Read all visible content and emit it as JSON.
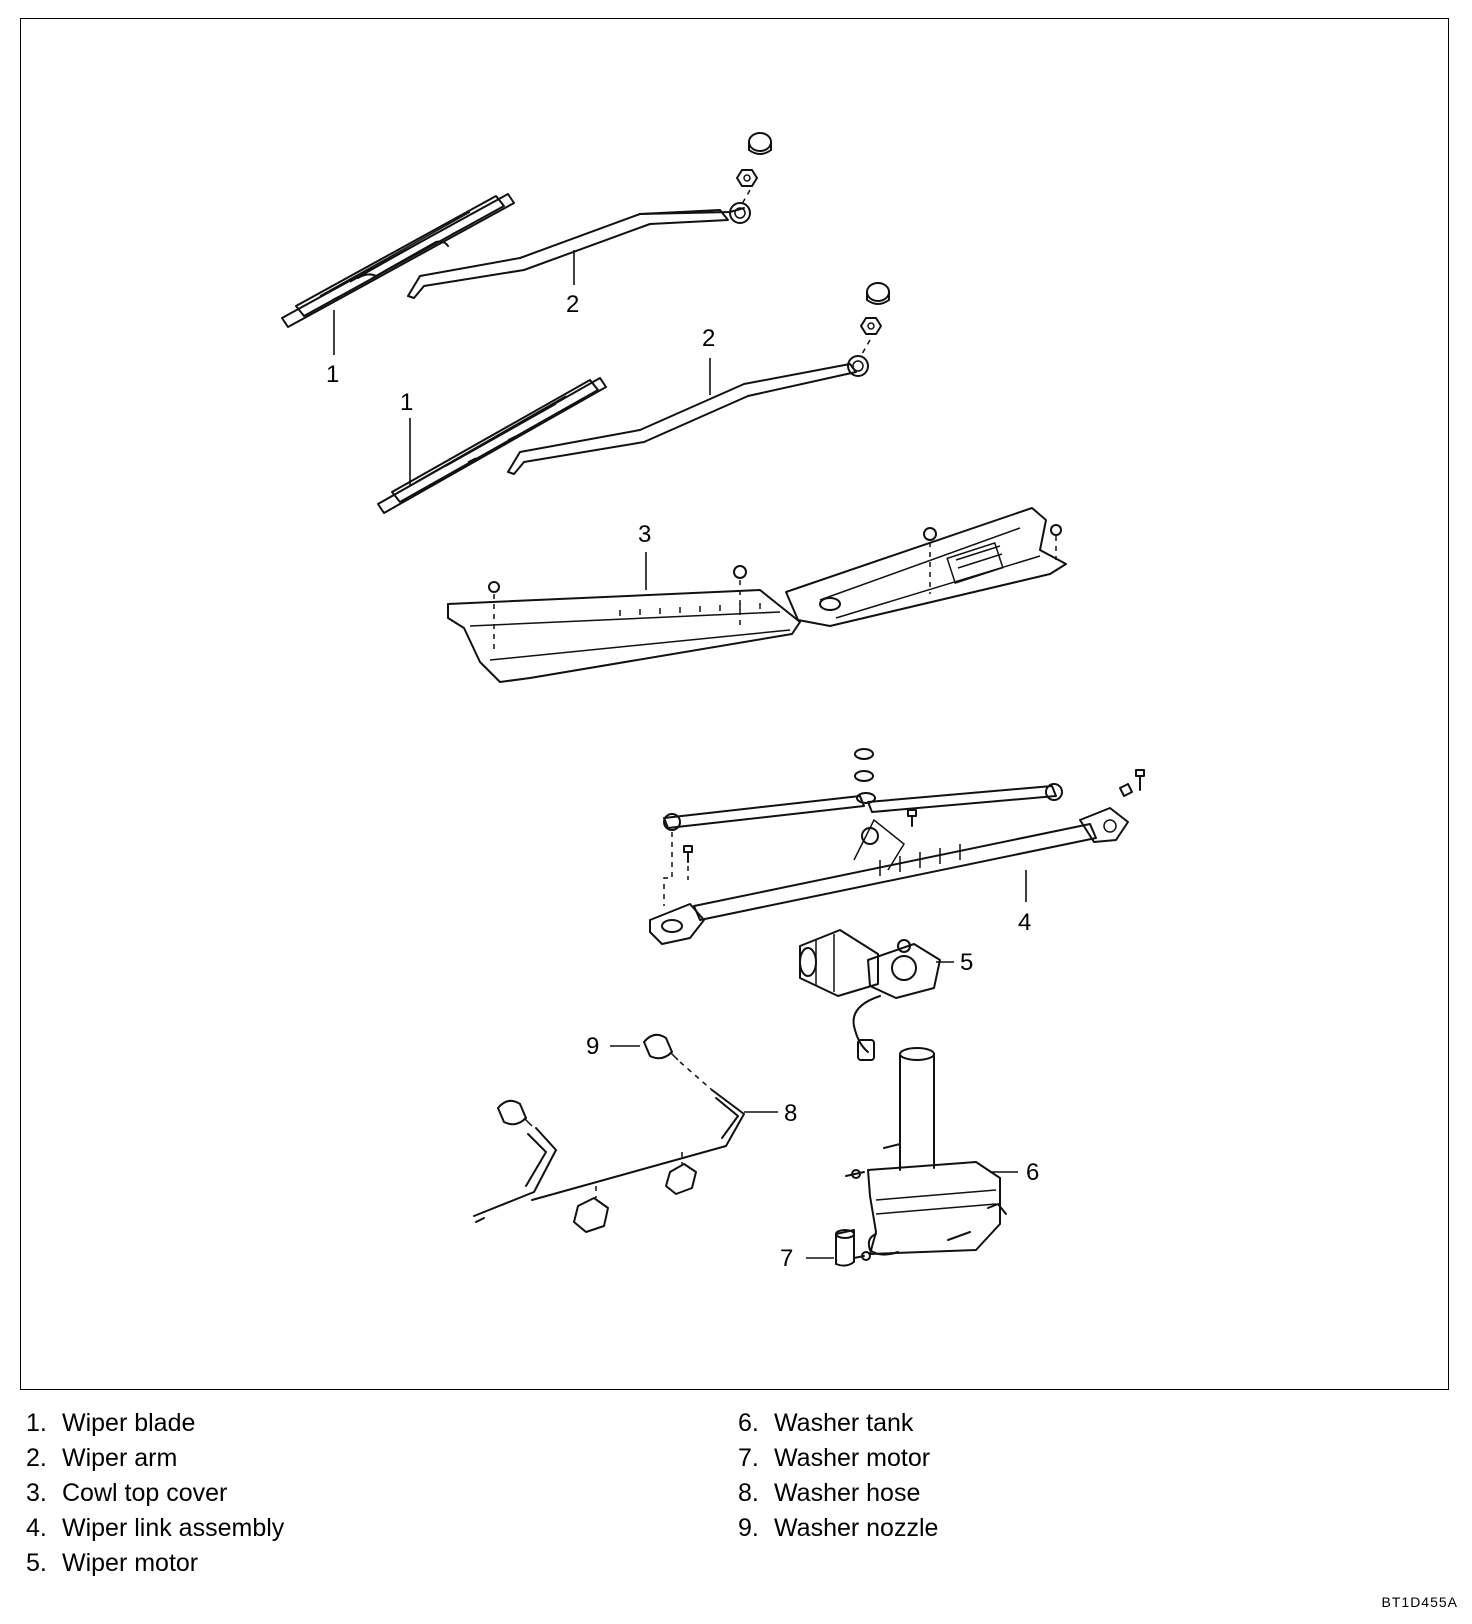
{
  "callouts": {
    "blade_upper": "1",
    "arm_upper": "2",
    "arm_lower": "2",
    "blade_lower": "1",
    "cowl": "3",
    "link": "4",
    "motor": "5",
    "tank": "6",
    "washer_motor": "7",
    "hose": "8",
    "nozzle": "9"
  },
  "legend": {
    "left": [
      {
        "num": "1.",
        "label": "Wiper blade"
      },
      {
        "num": "2.",
        "label": "Wiper arm"
      },
      {
        "num": "3.",
        "label": "Cowl top cover"
      },
      {
        "num": "4.",
        "label": "Wiper link assembly"
      },
      {
        "num": "5.",
        "label": "Wiper motor"
      }
    ],
    "right": [
      {
        "num": "6.",
        "label": "Washer tank"
      },
      {
        "num": "7.",
        "label": "Washer motor"
      },
      {
        "num": "8.",
        "label": "Washer hose"
      },
      {
        "num": "9.",
        "label": "Washer nozzle"
      }
    ]
  },
  "figure_code": "BT1D455A"
}
